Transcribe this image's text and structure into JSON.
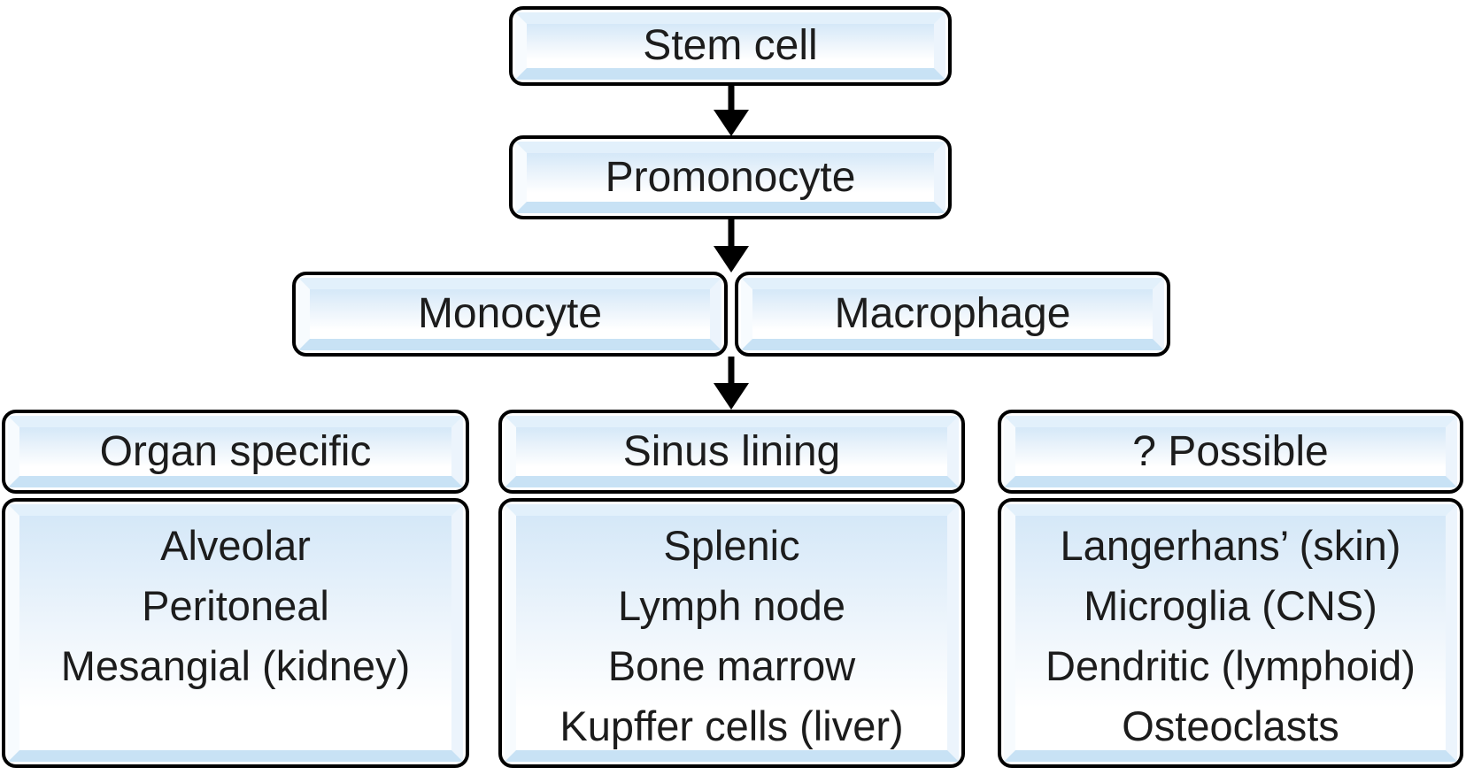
{
  "diagram": {
    "description": "Flowchart of macrophage lineage from stem cell to tissue macrophages",
    "flow": [
      {
        "id": "stem-cell",
        "label": "Stem cell"
      },
      {
        "id": "promonocyte",
        "label": "Promonocyte"
      },
      {
        "id": "monocyte",
        "label": "Monocyte"
      },
      {
        "id": "macrophage",
        "label": "Macrophage"
      }
    ],
    "arrows": [
      {
        "from": "stem-cell",
        "to": "promonocyte",
        "direction": "down"
      },
      {
        "from": "promonocyte",
        "to": "monocyte-macrophage",
        "direction": "down"
      },
      {
        "from": "monocyte-macrophage",
        "to": "sinus-lining",
        "direction": "down"
      }
    ],
    "columns": [
      {
        "header": "Organ specific",
        "items": [
          "Alveolar",
          "Peritoneal",
          "Mesangial (kidney)"
        ]
      },
      {
        "header": "Sinus lining",
        "items": [
          "Splenic",
          "Lymph node",
          "Bone marrow",
          "Kupffer cells (liver)"
        ]
      },
      {
        "header": "? Possible",
        "items": [
          "Langerhans’ (skin)",
          "Microglia (CNS)",
          "Dendritic (lymphoid)",
          "Osteoclasts"
        ]
      }
    ],
    "colors": {
      "box_border": "#000000",
      "panel_top": "#d5e8f8",
      "panel_bottom": "#ffffff",
      "bevel_bottom_edge": "#c8e2f5",
      "bevel_left_edge": "#f7fbfe",
      "arrow": "#000000",
      "text": "#1c1c1c",
      "background": "#ffffff"
    }
  }
}
